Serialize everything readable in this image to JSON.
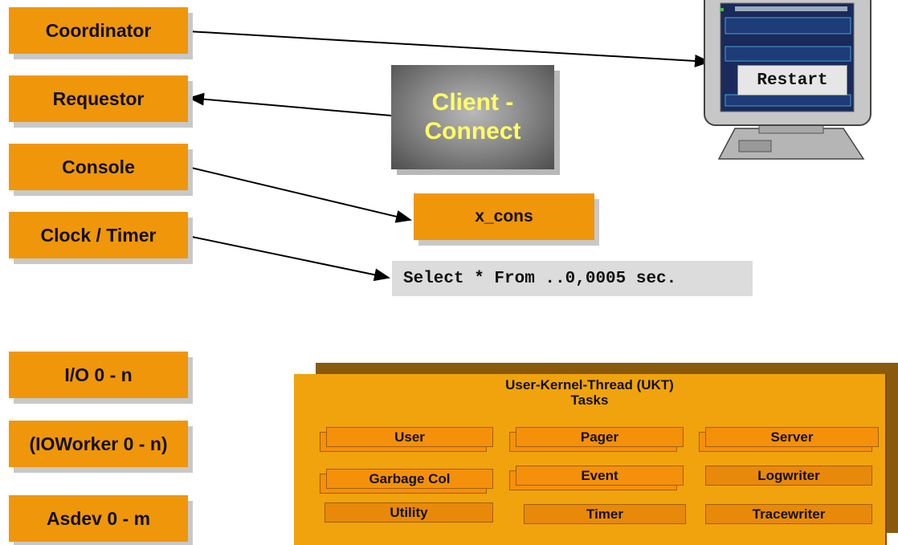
{
  "threads": {
    "coordinator": "Coordinator",
    "requestor": "Requestor",
    "console": "Console",
    "clock_timer": "Clock / Timer",
    "io": "I/O 0 - n",
    "ioworker": "(IOWorker 0 - n)",
    "asdev": "Asdev 0 - m"
  },
  "client": {
    "line1": "Client -",
    "line2": "Connect"
  },
  "x_cons": "x_cons",
  "sql_timing": "Select * From ..0,0005 sec.",
  "monitor": {
    "button": "Restart"
  },
  "ukt": {
    "title_line1": "User-Kernel-Thread (UKT)",
    "title_line2": "Tasks",
    "tasks": [
      "User",
      "Pager",
      "Server",
      "Garbage Col",
      "Event",
      "Logwriter",
      "Utility",
      "Timer",
      "Tracewriter"
    ]
  },
  "colors": {
    "box": "#f0960a",
    "client_text": "#ffff66",
    "ukt": "#f0a30c"
  }
}
